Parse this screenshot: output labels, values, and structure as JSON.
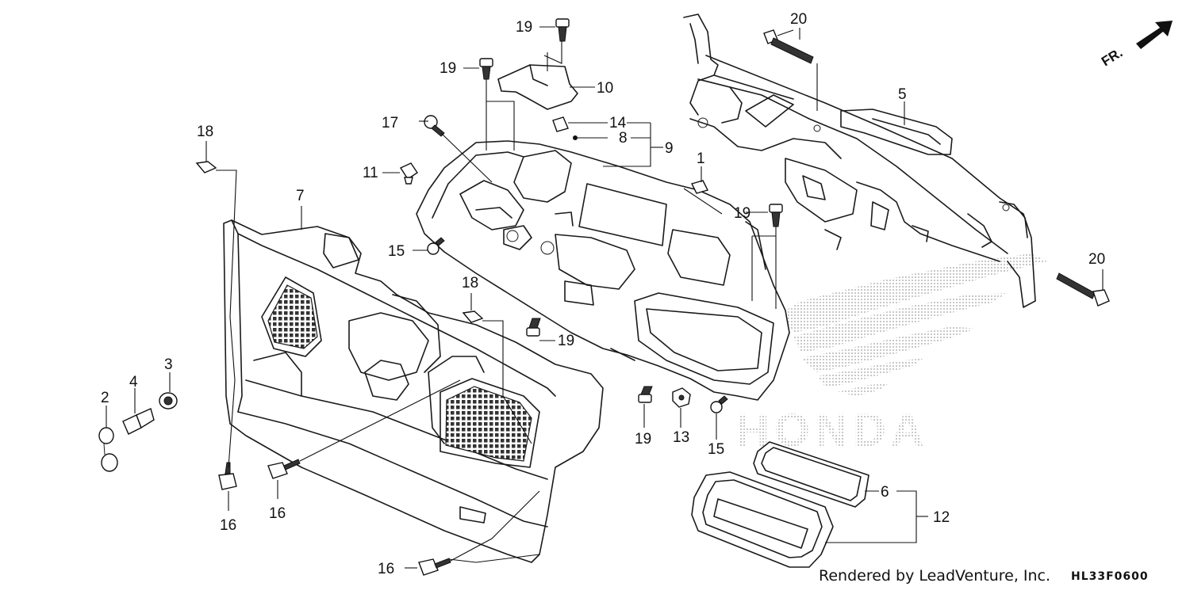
{
  "diagram": {
    "credit": "Rendered by LeadVenture, Inc.",
    "diagram_code": "HL33F0600",
    "direction_marker": "FR.",
    "watermark_text": "HONDA",
    "colors": {
      "line": "#1a1a1a",
      "background": "#ffffff",
      "watermark": "#bdbdbd"
    },
    "callouts": [
      {
        "id": "c19-top",
        "label": "19"
      },
      {
        "id": "c19-a",
        "label": "19"
      },
      {
        "id": "c10",
        "label": "10"
      },
      {
        "id": "c20-top",
        "label": "20"
      },
      {
        "id": "c5",
        "label": "5"
      },
      {
        "id": "c17",
        "label": "17"
      },
      {
        "id": "c14",
        "label": "14"
      },
      {
        "id": "c8",
        "label": "8"
      },
      {
        "id": "c9",
        "label": "9"
      },
      {
        "id": "c18-a",
        "label": "18"
      },
      {
        "id": "c11",
        "label": "11"
      },
      {
        "id": "c1",
        "label": "1"
      },
      {
        "id": "c7",
        "label": "7"
      },
      {
        "id": "c19-b",
        "label": "19"
      },
      {
        "id": "c15-a",
        "label": "15"
      },
      {
        "id": "c20-b",
        "label": "20"
      },
      {
        "id": "c18-b",
        "label": "18"
      },
      {
        "id": "c19-c",
        "label": "19"
      },
      {
        "id": "c3",
        "label": "3"
      },
      {
        "id": "c4",
        "label": "4"
      },
      {
        "id": "c2",
        "label": "2"
      },
      {
        "id": "c19-d",
        "label": "19"
      },
      {
        "id": "c13",
        "label": "13"
      },
      {
        "id": "c15-b",
        "label": "15"
      },
      {
        "id": "c6",
        "label": "6"
      },
      {
        "id": "c12",
        "label": "12"
      },
      {
        "id": "c16-a",
        "label": "16"
      },
      {
        "id": "c16-b",
        "label": "16"
      },
      {
        "id": "c16-c",
        "label": "16"
      }
    ]
  }
}
